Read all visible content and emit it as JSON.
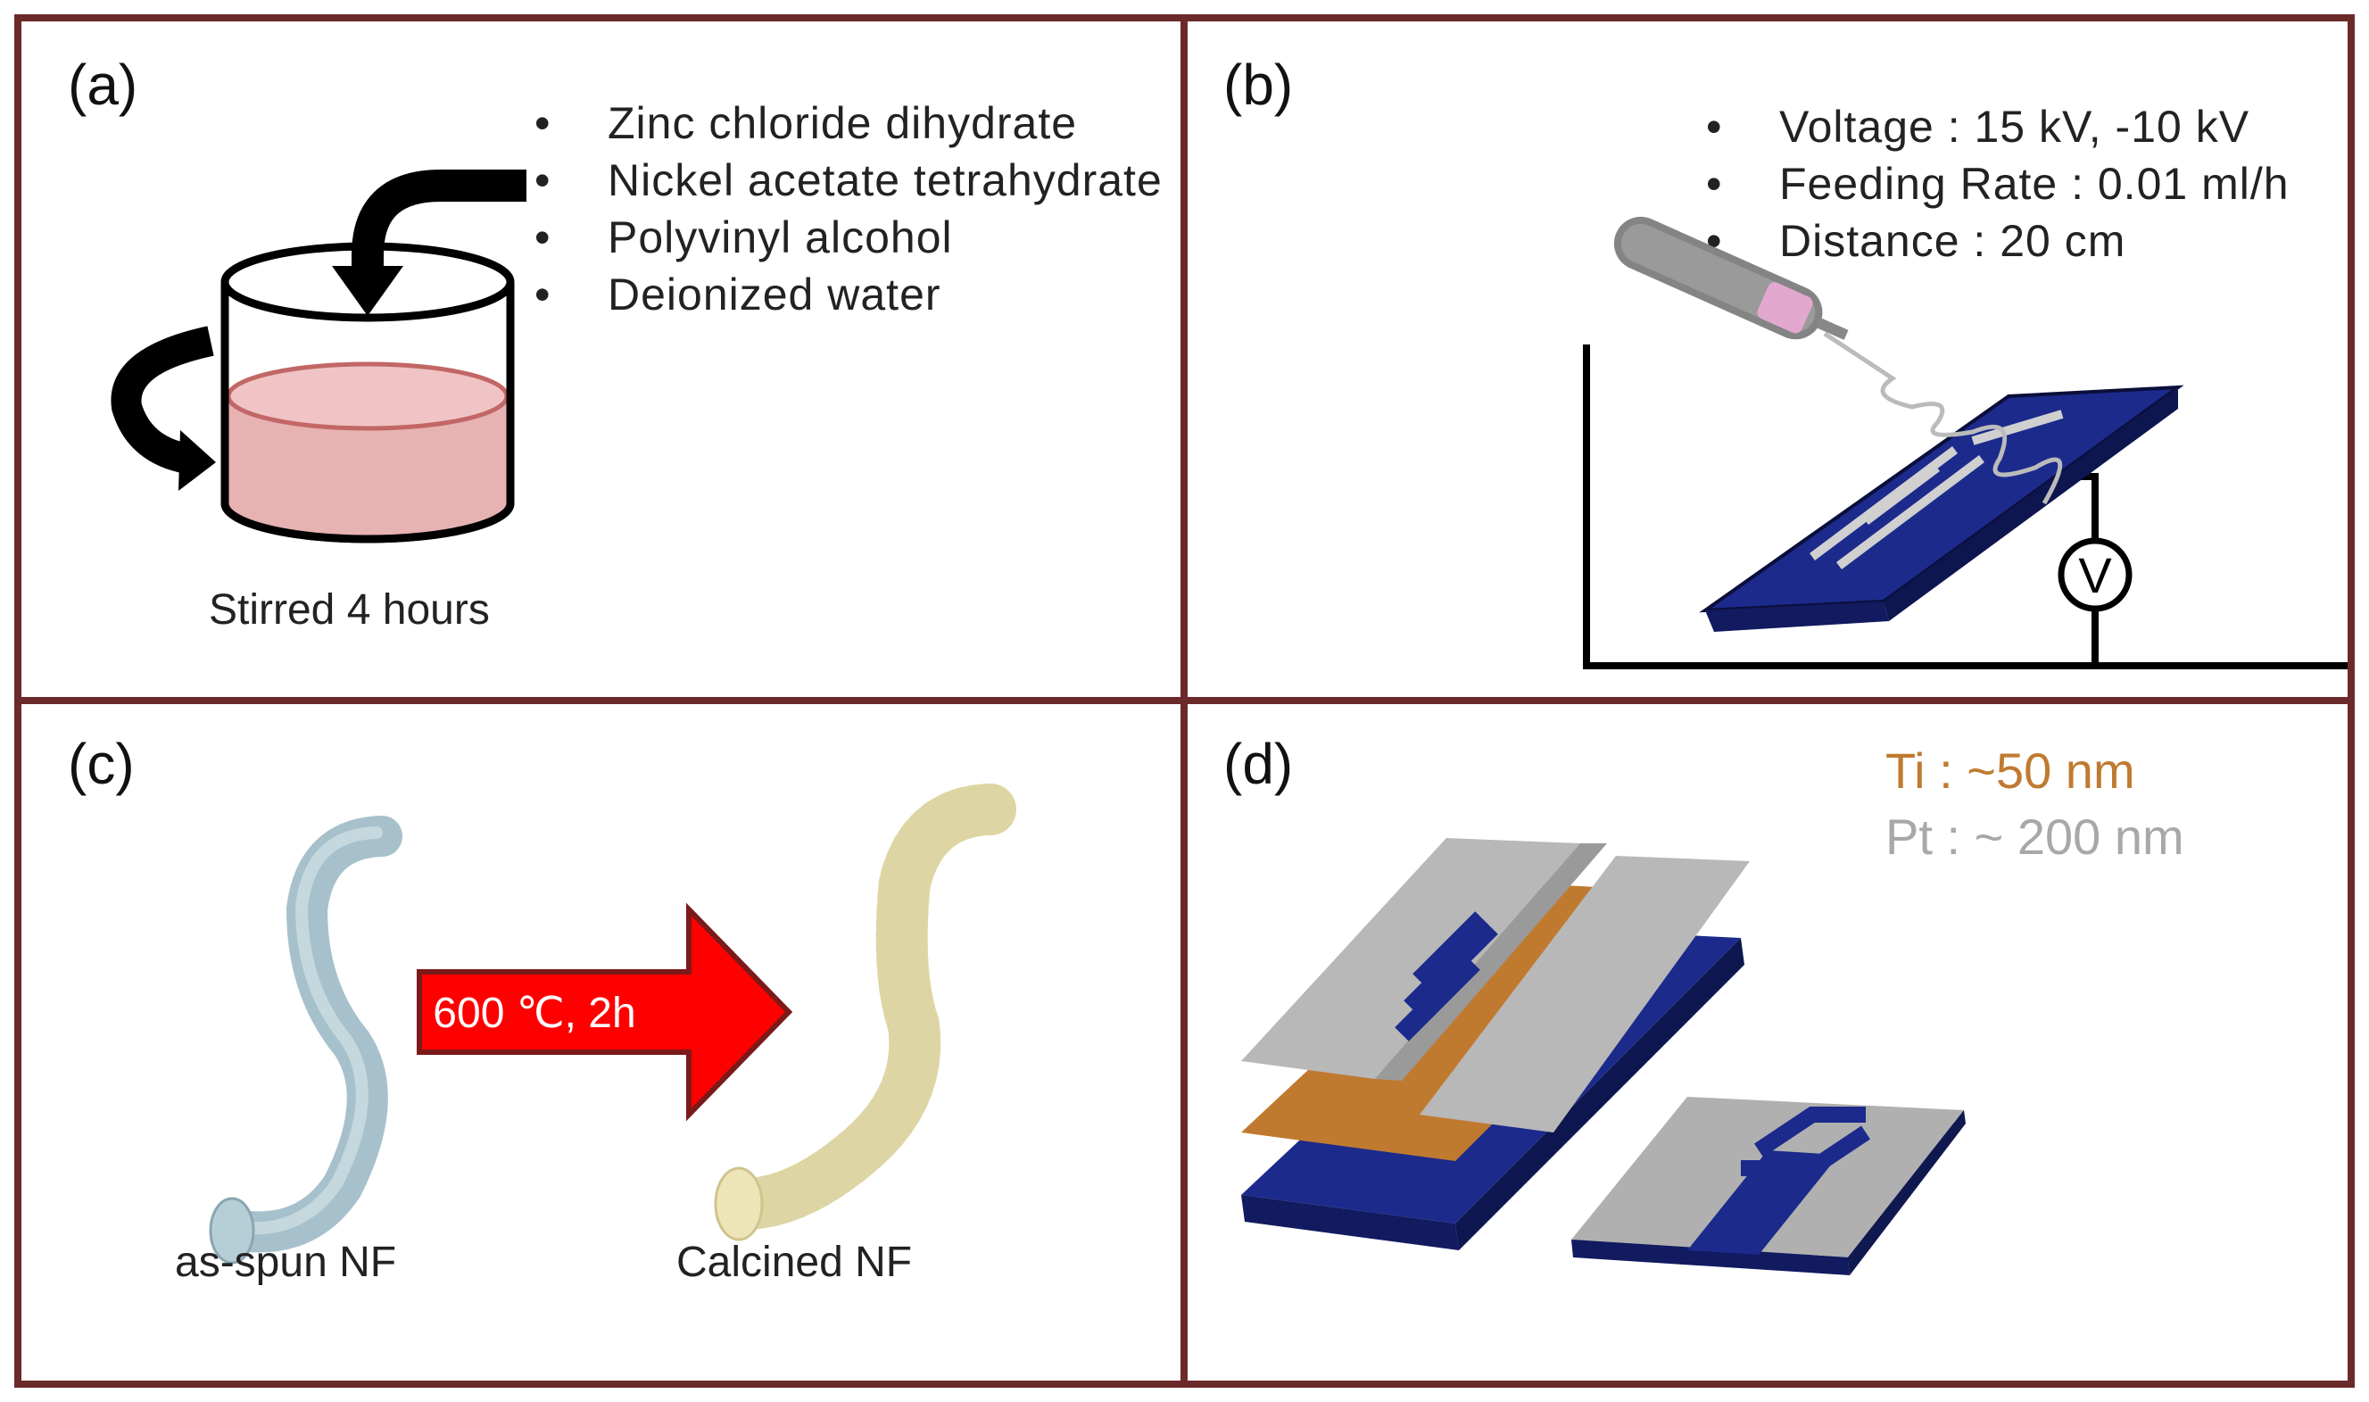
{
  "panels": {
    "a": {
      "label": "(a)",
      "bullet": "•",
      "items": [
        "Zinc chloride dihydrate",
        "Nickel acetate tetrahydrate",
        "Polyvinyl alcohol",
        "Deionized water"
      ],
      "caption": "Stirred 4 hours"
    },
    "b": {
      "label": "(b)",
      "bullet": "•",
      "items": [
        "Voltage : 15 kV, -10 kV",
        "Feeding Rate : 0.01 ml/h",
        "Distance : 20 cm"
      ],
      "meter_symbol": "V"
    },
    "c": {
      "label": "(c)",
      "arrow_text": "600 ℃, 2h",
      "left_caption": "as-spun NF",
      "right_caption": "Calcined NF"
    },
    "d": {
      "label": "(d)",
      "ti_text": "Ti : ~50 nm",
      "pt_text": "Pt : ~ 200 nm"
    }
  },
  "colors": {
    "frame": "#6b2a2a",
    "ti": "#c07a30",
    "pt": "#a8a8a8",
    "substrate": "#1c2a8c",
    "arrow_red": "#ff0000",
    "solution": "#e7b2b2"
  }
}
